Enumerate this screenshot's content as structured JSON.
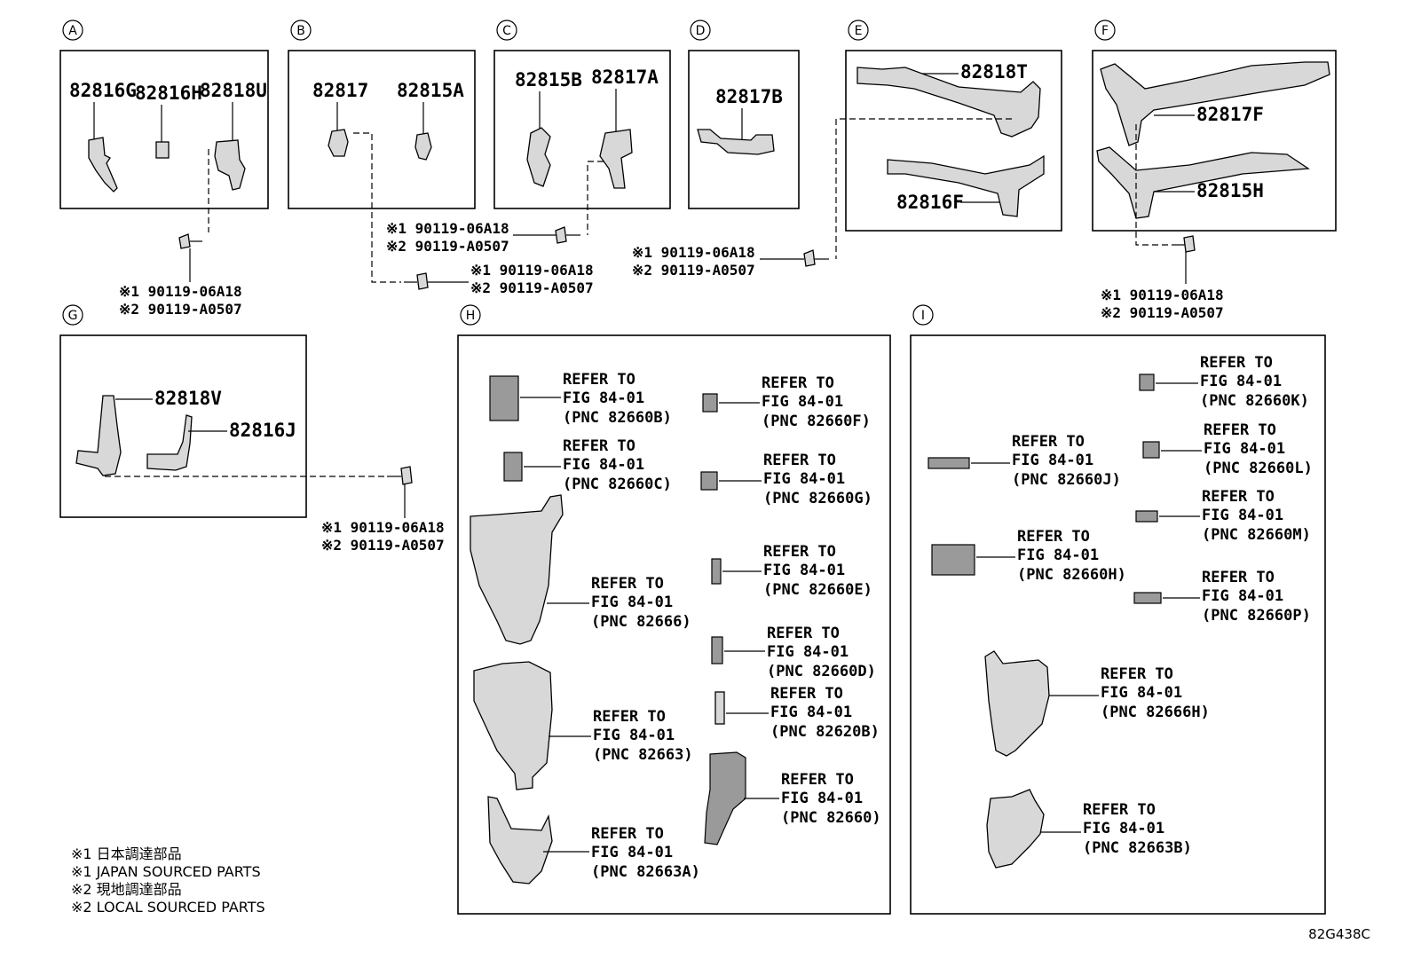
{
  "sections": {
    "A": {
      "letter": "A",
      "parts": [
        "82816G",
        "82816H",
        "82818U"
      ]
    },
    "B": {
      "letter": "B",
      "parts": [
        "82817",
        "82815A"
      ]
    },
    "C": {
      "letter": "C",
      "parts": [
        "82815B",
        "82817A"
      ]
    },
    "D": {
      "letter": "D",
      "parts": [
        "82817B"
      ]
    },
    "E": {
      "letter": "E",
      "parts": [
        "82818T",
        "82816F"
      ]
    },
    "F": {
      "letter": "F",
      "parts": [
        "82817F",
        "82815H"
      ]
    },
    "G": {
      "letter": "G",
      "parts": [
        "82818V",
        "82816J"
      ]
    },
    "H": {
      "letter": "H"
    },
    "I": {
      "letter": "I"
    }
  },
  "bolt": {
    "line1": "※1 90119-06A18",
    "line2": "※2 90119-A0507"
  },
  "refer": {
    "line1": "REFER TO",
    "line2": "FIG 84-01"
  },
  "pnc": {
    "82660B": "(PNC 82660B)",
    "82660F": "(PNC 82660F)",
    "82660C": "(PNC 82660C)",
    "82660G": "(PNC 82660G)",
    "82666": "(PNC 82666)",
    "82660E": "(PNC 82660E)",
    "82660D": "(PNC 82660D)",
    "82663": "(PNC 82663)",
    "82620B": "(PNC 82620B)",
    "82660": "(PNC 82660)",
    "82663A": "(PNC 82663A)",
    "82660K": "(PNC 82660K)",
    "82660J": "(PNC 82660J)",
    "82660L": "(PNC 82660L)",
    "82660M": "(PNC 82660M)",
    "82660H": "(PNC 82660H)",
    "82660P": "(PNC 82660P)",
    "82666H": "(PNC 82666H)",
    "82663B": "(PNC 82663B)"
  },
  "legend": [
    "※1 日本調達部品",
    "※1 JAPAN SOURCED PARTS",
    "※2 現地調達部品",
    "※2 LOCAL SOURCED PARTS"
  ],
  "diagram_code": "82G438C"
}
